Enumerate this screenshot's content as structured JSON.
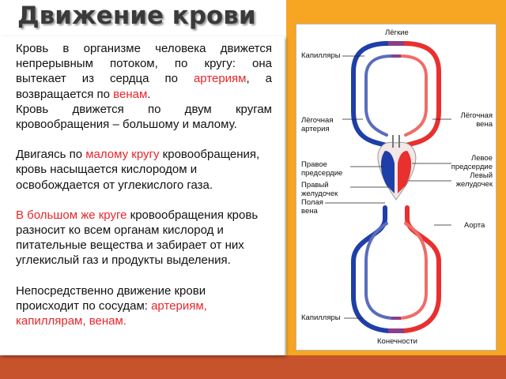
{
  "slide": {
    "title": "Движение крови",
    "paragraphs": {
      "p1": {
        "before": "Кровь в организме человека движется непрерывным потоком, по кругу: она вытекает из сердца по ",
        "arteries": "артериям",
        "middle": ", а возвращается по ",
        "veins": "венам",
        "after": "."
      },
      "p2": "Кровь движется по двум кругам кровообращения – большому и малому.",
      "p3": {
        "before": "Двигаясь по ",
        "small_circle": "малому кругу",
        "after": " кровообращения, кровь насыщается кислородом и освобождается от углекислого газа."
      },
      "p4": {
        "big_circle": "В большом же круге",
        "after": " кровообращения кровь разносит ко всем органам кислород и питательные вещества и забирает от них углекислый газ и продукты выделения."
      },
      "p5": {
        "before": "Непосредственно движение крови происходит по сосудам: ",
        "vessels": "артериям, капиллярам, венам."
      }
    }
  },
  "diagram": {
    "labels": {
      "lungs": "Лёгкие",
      "capillaries_top": "Капилляры",
      "pulmonary_artery": "Лёгочная\nартерия",
      "pulmonary_vein": "Лёгочная\nвена",
      "right_atrium": "Правое\nпредсердие",
      "left_atrium": "Левое\nпредсердие",
      "right_ventricle": "Правый\nжелудочек",
      "left_ventricle": "Левый\nжелудочек",
      "vena_cava": "Полая\nвена",
      "aorta": "Аорта",
      "capillaries_bottom": "Капилляры",
      "limbs": "Конечности"
    },
    "colors": {
      "arterial": "#e8302f",
      "venous": "#1f3fa8",
      "accent_band": "#f6a623",
      "bottom_stripe": "#c7532d"
    }
  }
}
